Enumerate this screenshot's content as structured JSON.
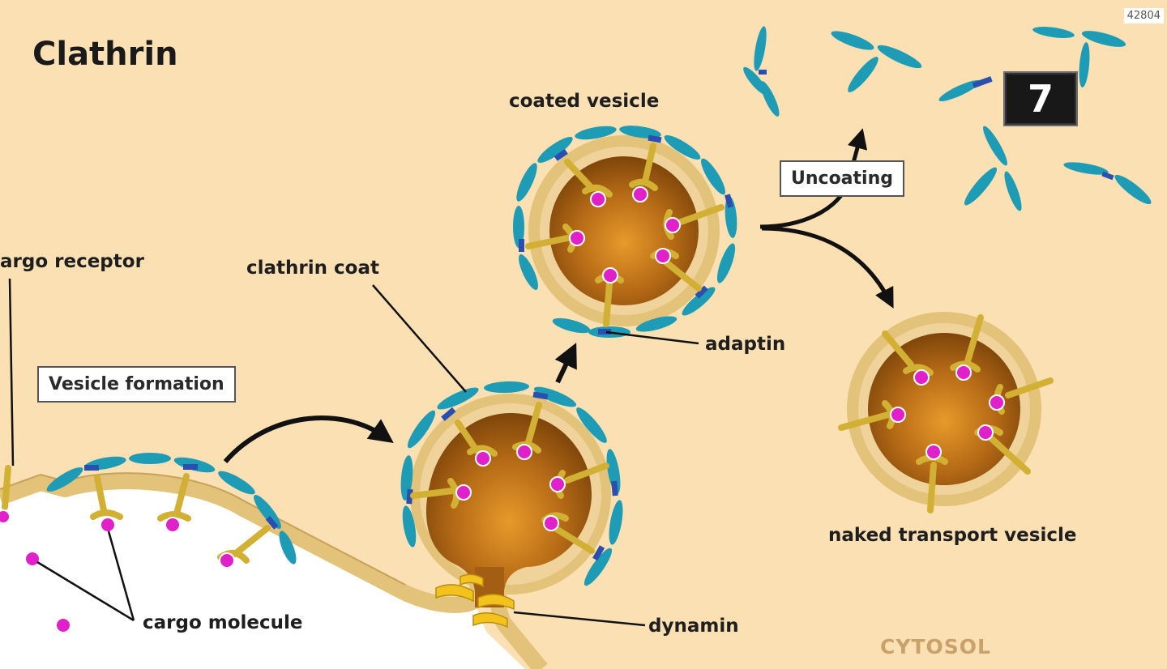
{
  "title": "Clathrin",
  "stamp": "42804",
  "badge_number": "7",
  "labels": {
    "vesicle_formation": "Vesicle formation",
    "uncoating": "Uncoating",
    "cargo_receptor": "argo receptor",
    "clathrin_coat": "clathrin coat",
    "coated_vesicle": "coated vesicle",
    "adaptin": "adaptin",
    "naked_transport_vesicle": "naked transport vesicle",
    "cargo_molecule": "cargo molecule",
    "dynamin": "dynamin",
    "cytosol": "CYTOSOL"
  },
  "colors": {
    "background": "#fbe0b4",
    "membrane": "#e3c27a",
    "vesicle_core": "#a35e14",
    "clathrin": "#1e9bb5",
    "adaptin": "#2b4fb0",
    "receptor": "#d2b033",
    "cargo": "#e020c8",
    "dynamin": "#f3c21c"
  },
  "icons": [
    "curved-arrow-icon",
    "straight-arrow-icon",
    "triskelion-icon"
  ]
}
